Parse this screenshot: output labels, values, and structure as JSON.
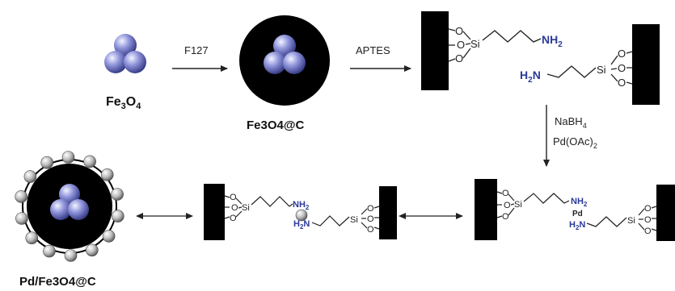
{
  "colors": {
    "amine": "#2b3a9a",
    "core": "#000000",
    "sphere_light": "#e4e6ff",
    "sphere_mid": "#8a8fd8",
    "sphere_dark": "#3d428f",
    "pd_light": "#f2f2f2",
    "pd_dark": "#6e6e6e"
  },
  "labels": {
    "fe3o4_main": "Fe",
    "fe3o4_sub1": "3",
    "fe3o4_mid": "O",
    "fe3o4_sub2": "4",
    "carbon_coated": "Fe3O4@C",
    "final_product": "Pd/Fe3O4@C"
  },
  "reagents": {
    "step1": "F127",
    "step2": "APTES",
    "step3_a_main": "NaBH",
    "step3_a_sub": "4",
    "step3_b_main": "Pd(OAc)",
    "step3_b_sub": "2"
  },
  "chem": {
    "O": "O",
    "Si": "Si",
    "NH2_main": "NH",
    "NH2_sub": "2",
    "H2N_main": "H",
    "H2N_sub": "2",
    "H2N_end": "N",
    "Pd": "Pd"
  }
}
